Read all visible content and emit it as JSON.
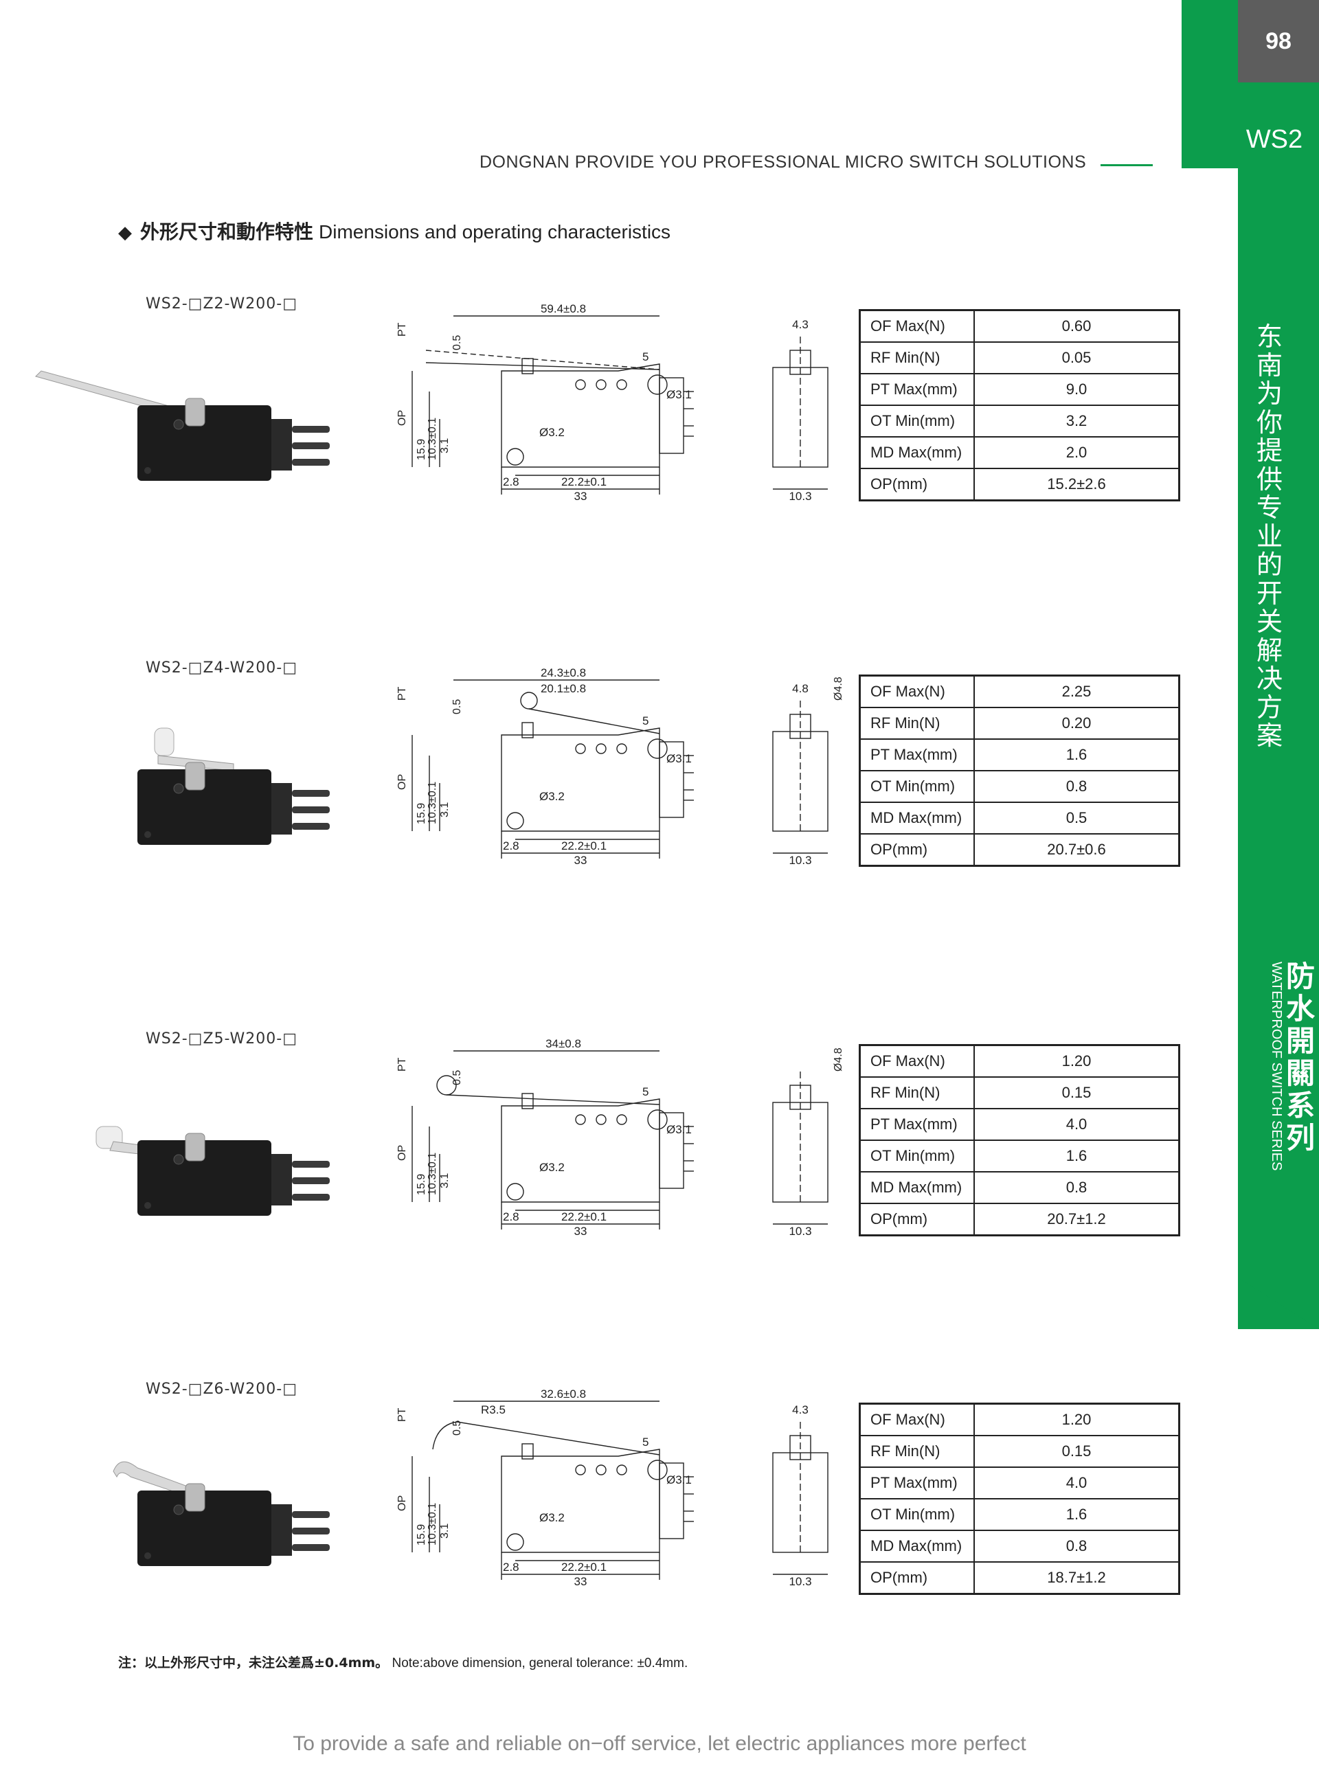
{
  "page_number": "98",
  "series_code": "WS2",
  "header_tagline": "DONGNAN PROVIDE YOU PROFESSIONAL MICRO SWITCH SOLUTIONS",
  "section": {
    "title_cn": "外形尺寸和動作特性",
    "title_en": "Dimensions and operating characteristics"
  },
  "side": {
    "tagline_cn": "东南为你提供专业的开关解决方案",
    "series_cn": "防水開關系列",
    "series_en": "WATERPROOF SWITCH SERIES"
  },
  "rows": [
    {
      "model": "WS2-□Z2-W200-□",
      "drawing": {
        "lever_len": "59.4±0.8",
        "dims": [
          "PT",
          "0.5",
          "OP",
          "15.9",
          "10.3±0.1",
          "3.1",
          "5",
          "Ø3.1",
          "Ø3.2",
          "2.8",
          "22.2±0.1",
          "33",
          "4.3",
          "10.3"
        ]
      },
      "specs": [
        {
          "param": "OF Max(N)",
          "value": "0.60"
        },
        {
          "param": "RF Min(N)",
          "value": "0.05"
        },
        {
          "param": "PT Max(mm)",
          "value": "9.0"
        },
        {
          "param": "OT Min(mm)",
          "value": "3.2"
        },
        {
          "param": "MD Max(mm)",
          "value": "2.0"
        },
        {
          "param": "OP(mm)",
          "value": "15.2±2.6"
        }
      ]
    },
    {
      "model": "WS2-□Z4-W200-□",
      "drawing": {
        "lever_len": "24.3±0.8",
        "lever_len2": "20.1±0.8",
        "dims": [
          "PT",
          "0.5",
          "OP",
          "15.9",
          "10.3±0.1",
          "3.1",
          "5",
          "Ø3.1",
          "Ø3.2",
          "2.8",
          "22.2±0.1",
          "33",
          "4.8",
          "Ø4.8",
          "10.3"
        ]
      },
      "specs": [
        {
          "param": "OF Max(N)",
          "value": "2.25"
        },
        {
          "param": "RF Min(N)",
          "value": "0.20"
        },
        {
          "param": "PT Max(mm)",
          "value": "1.6"
        },
        {
          "param": "OT Min(mm)",
          "value": "0.8"
        },
        {
          "param": "MD Max(mm)",
          "value": "0.5"
        },
        {
          "param": "OP(mm)",
          "value": "20.7±0.6"
        }
      ]
    },
    {
      "model": "WS2-□Z5-W200-□",
      "drawing": {
        "lever_len": "34±0.8",
        "dims": [
          "PT",
          "0.5",
          "OP",
          "15.9",
          "10.3±0.1",
          "3.1",
          "5",
          "Ø3.1",
          "Ø3.2",
          "2.8",
          "22.2±0.1",
          "33",
          "Ø4.8",
          "10.3"
        ]
      },
      "specs": [
        {
          "param": "OF Max(N)",
          "value": "1.20"
        },
        {
          "param": "RF Min(N)",
          "value": "0.15"
        },
        {
          "param": "PT Max(mm)",
          "value": "4.0"
        },
        {
          "param": "OT Min(mm)",
          "value": "1.6"
        },
        {
          "param": "MD Max(mm)",
          "value": "0.8"
        },
        {
          "param": "OP(mm)",
          "value": "20.7±1.2"
        }
      ]
    },
    {
      "model": "WS2-□Z6-W200-□",
      "drawing": {
        "lever_len": "32.6±0.8",
        "radius": "R3.5",
        "dims": [
          "PT",
          "0.5",
          "OP",
          "15.9",
          "10.3±0.1",
          "3.1",
          "5",
          "Ø3.1",
          "Ø3.2",
          "2.8",
          "22.2±0.1",
          "33",
          "4.3",
          "10.3"
        ]
      },
      "specs": [
        {
          "param": "OF Max(N)",
          "value": "1.20"
        },
        {
          "param": "RF Min(N)",
          "value": "0.15"
        },
        {
          "param": "PT Max(mm)",
          "value": "4.0"
        },
        {
          "param": "OT Min(mm)",
          "value": "1.6"
        },
        {
          "param": "MD Max(mm)",
          "value": "0.8"
        },
        {
          "param": "OP(mm)",
          "value": "18.7±1.2"
        }
      ]
    }
  ],
  "note": {
    "cn": "注：以上外形尺寸中，未注公差爲±0.4mm。",
    "en": "Note:above dimension, general tolerance: ±0.4mm."
  },
  "footer": "To provide a safe and reliable on−off service, let electric appliances more perfect"
}
